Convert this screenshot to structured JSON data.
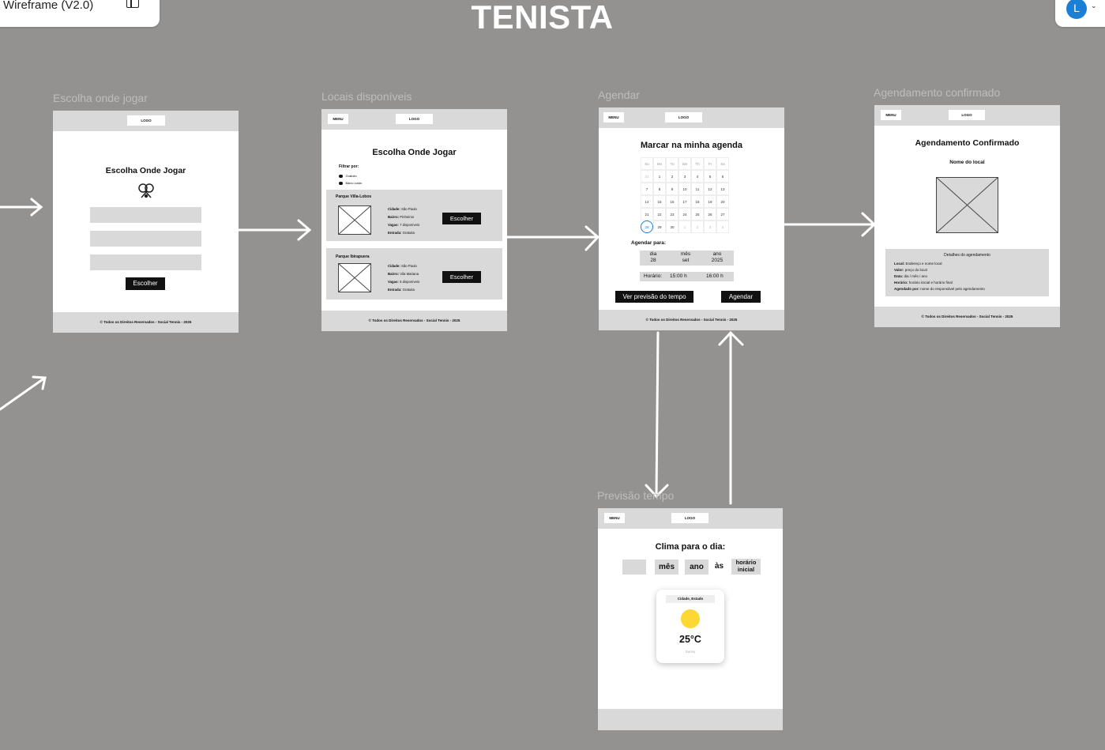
{
  "app": {
    "file_title": "Wireframe (V2.0)",
    "avatar_letter": "L"
  },
  "page_title": "TENISTA",
  "frames": {
    "escolha": {
      "label": "Escolha onde jogar",
      "logo": "LOGO",
      "heading": "Escolha Onde Jogar",
      "button": "Escolher",
      "footer": "© Todos os Direitos Reservados - Social Tennis - 2025"
    },
    "locais": {
      "label": "Locais disponíveis",
      "menu": "MENU",
      "logo": "LOGO",
      "heading": "Escolha Onde Jogar",
      "filter_title": "Filtrar por:",
      "filters": [
        "Gratuito",
        "Baixo custo"
      ],
      "places": [
        {
          "name": "Parque Villa-Lobos",
          "cidade": "São Paulo",
          "bairro": "Pinheiros",
          "vagas": "7 disponíveis",
          "entrada": "Gratuita",
          "button": "Escolher"
        },
        {
          "name": "Parque Ibirapuera",
          "cidade": "São Paulo",
          "bairro": "Vila Mariana",
          "vagas": "5 disponíveis",
          "entrada": "Gratuita",
          "button": "Escolher"
        }
      ],
      "labels": {
        "cidade": "Cidade:",
        "bairro": "Bairro:",
        "vagas": "Vagas:",
        "entrada": "Entrada:"
      },
      "footer": "© Todos os Direitos Reservados - Social Tennis - 2025"
    },
    "agendar": {
      "label": "Agendar",
      "menu": "MENU",
      "logo": "LOGO",
      "heading": "Marcar na minha agenda",
      "weekdays": [
        "Su",
        "Mo",
        "Tu",
        "We",
        "Th",
        "Fr",
        "Sa"
      ],
      "days": [
        "31",
        "1",
        "2",
        "3",
        "4",
        "5",
        "6",
        "7",
        "8",
        "9",
        "10",
        "11",
        "12",
        "13",
        "14",
        "15",
        "16",
        "17",
        "18",
        "19",
        "20",
        "21",
        "22",
        "23",
        "24",
        "25",
        "26",
        "27",
        "28",
        "29",
        "30",
        "1",
        "2",
        "3",
        "4"
      ],
      "agendar_para": "Agendar para:",
      "date_headers": [
        "dia",
        "mês",
        "ano"
      ],
      "date_values": [
        "28",
        "set",
        "2025"
      ],
      "horario_label": "Horário:",
      "horario_inicio": "15:00 h",
      "horario_fim": "16:00 h",
      "btn_previsao": "Ver previsão do tempo",
      "btn_agendar": "Agendar",
      "footer": "© Todos os Direitos Reservados - Social Tennis - 2025"
    },
    "confirmado": {
      "label": "Agendamento confirmado",
      "menu": "MENU",
      "logo": "LOGO",
      "heading": "Agendamento Confirmado",
      "subheading": "Nome do local",
      "details_title": "Detalhes do agendamento",
      "details": [
        {
          "k": "Local:",
          "v": "Endereço e nome local"
        },
        {
          "k": "Valor:",
          "v": "preço do local"
        },
        {
          "k": "Data:",
          "v": "dia / mês / ano"
        },
        {
          "k": "Horário:",
          "v": "horário inicial e horário final"
        },
        {
          "k": "Agendado por:",
          "v": "nome do responsável pelo agendamento"
        }
      ],
      "footer": "© Todos os Direitos Reservados - Social Tennis - 2025"
    },
    "previsao": {
      "label": "Previsão tempo",
      "menu": "MENU",
      "logo": "LOGO",
      "heading": "Clima para o dia:",
      "mes": "mês",
      "ano": "ano",
      "as": "às",
      "horario": "horário inicial",
      "city": "Cidade, Estado",
      "temp": "25°C",
      "cond": "Sunny"
    }
  },
  "colors": {
    "canvas": "#939290",
    "sun": "#fdd835",
    "today": "#1b7fd6"
  }
}
